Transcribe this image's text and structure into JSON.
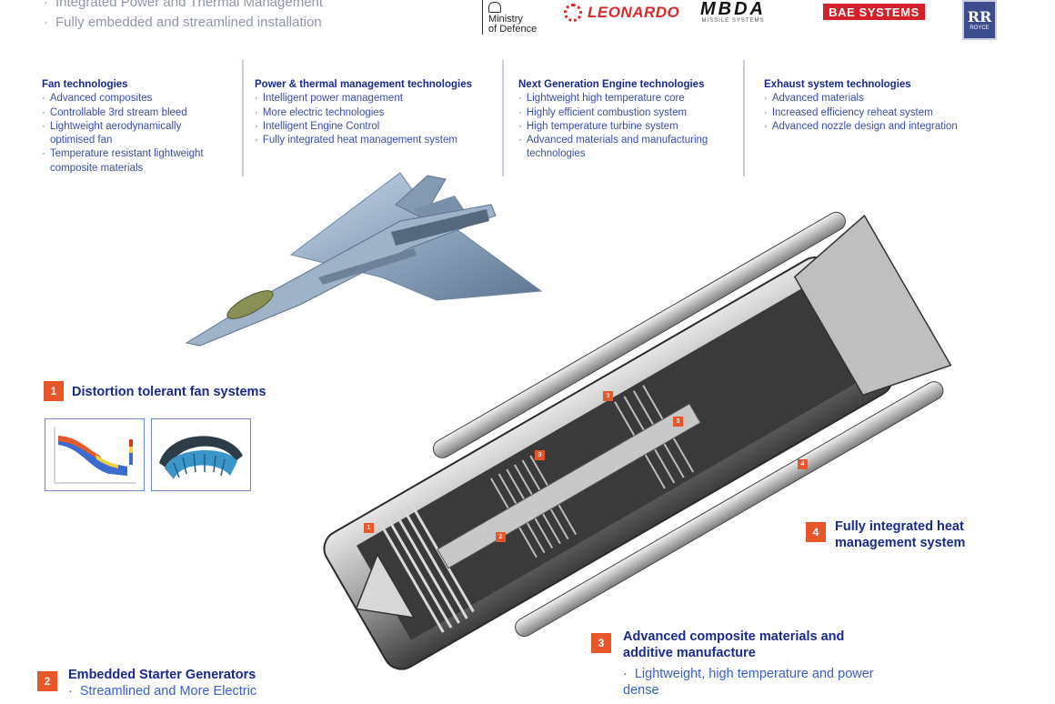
{
  "top_bullets": [
    "Integrated Power and Thermal Management",
    "Fully embedded and streamlined installation"
  ],
  "logos": {
    "mod": "Ministry\nof Defence",
    "leonardo": "LEONARDO",
    "mbda": "MBDA",
    "mbda_sub": "MISSILE SYSTEMS",
    "bae": "BAE SYSTEMS",
    "rr": "RR",
    "rr_sub": "ROYCE"
  },
  "tech_columns": [
    {
      "title": "Fan technologies",
      "items": [
        "Advanced composites",
        "Controllable 3rd stream bleed",
        "Lightweight aerodynamically optimised fan",
        "Temperature resistant lightweight composite materials"
      ]
    },
    {
      "title": "Power & thermal management technologies",
      "items": [
        "Intelligent power management",
        "More electric technologies",
        "Intelligent Engine Control",
        "Fully integrated heat management system"
      ]
    },
    {
      "title": "Next Generation Engine technologies",
      "items": [
        "Lightweight high temperature core",
        "Highly efficient combustion system",
        "High temperature turbine system",
        "Advanced materials and manufacturing technologies"
      ]
    },
    {
      "title": "Exhaust system technologies",
      "items": [
        "Advanced materials",
        "Increased efficiency reheat system",
        "Advanced nozzle design and integration"
      ]
    }
  ],
  "features": [
    {
      "num": "1",
      "title": "Distortion tolerant fan systems",
      "bullets": []
    },
    {
      "num": "2",
      "title": "Embedded Starter Generators",
      "bullets": [
        "Streamlined and More Electric"
      ]
    },
    {
      "num": "3",
      "title": "Advanced composite materials and additive manufacture",
      "bullets": [
        "Lightweight, high temperature and power dense"
      ]
    },
    {
      "num": "4",
      "title": "Fully integrated heat management system",
      "bullets": []
    }
  ],
  "engine_markers": [
    "1",
    "2",
    "3",
    "3",
    "3",
    "4"
  ],
  "colors": {
    "accent": "#e8562a",
    "title_blue": "#1a2a8c",
    "text_blue": "#3b4ea6",
    "bullet_blue": "#3a60c8"
  }
}
